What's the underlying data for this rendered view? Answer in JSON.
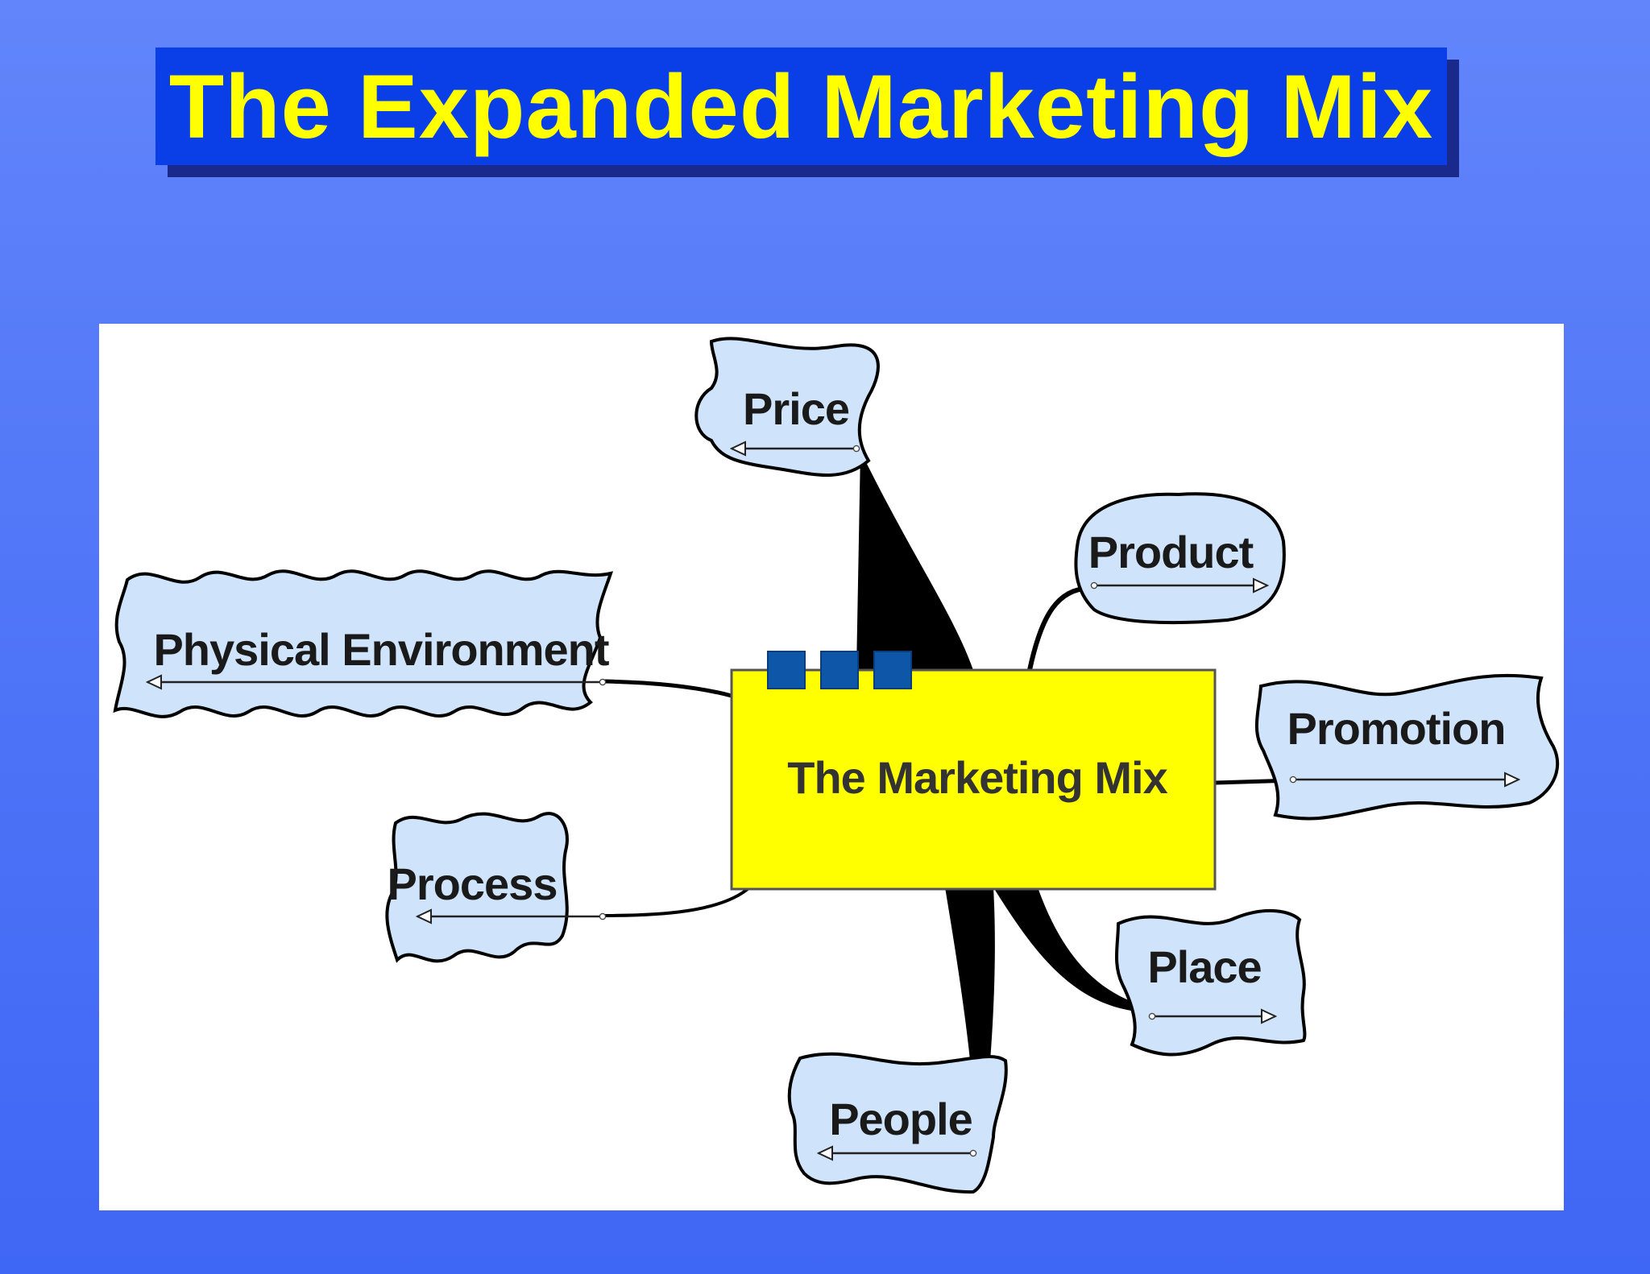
{
  "title": "The Expanded Marketing Mix",
  "colors": {
    "background": "#4d73f7",
    "title_box": "#0a3ee6",
    "title_text": "#ffff00",
    "center_box": "#ffff00",
    "node_fill": "#cfe3fb",
    "connector": "#000000",
    "tab": "#0e57a8"
  },
  "center": {
    "label": "The Marketing Mix"
  },
  "nodes": [
    {
      "id": "price",
      "label": "Price"
    },
    {
      "id": "product",
      "label": "Product"
    },
    {
      "id": "promotion",
      "label": "Promotion"
    },
    {
      "id": "place",
      "label": "Place"
    },
    {
      "id": "people",
      "label": "People"
    },
    {
      "id": "process",
      "label": "Process"
    },
    {
      "id": "physical-environment",
      "label": "Physical Environment"
    }
  ]
}
